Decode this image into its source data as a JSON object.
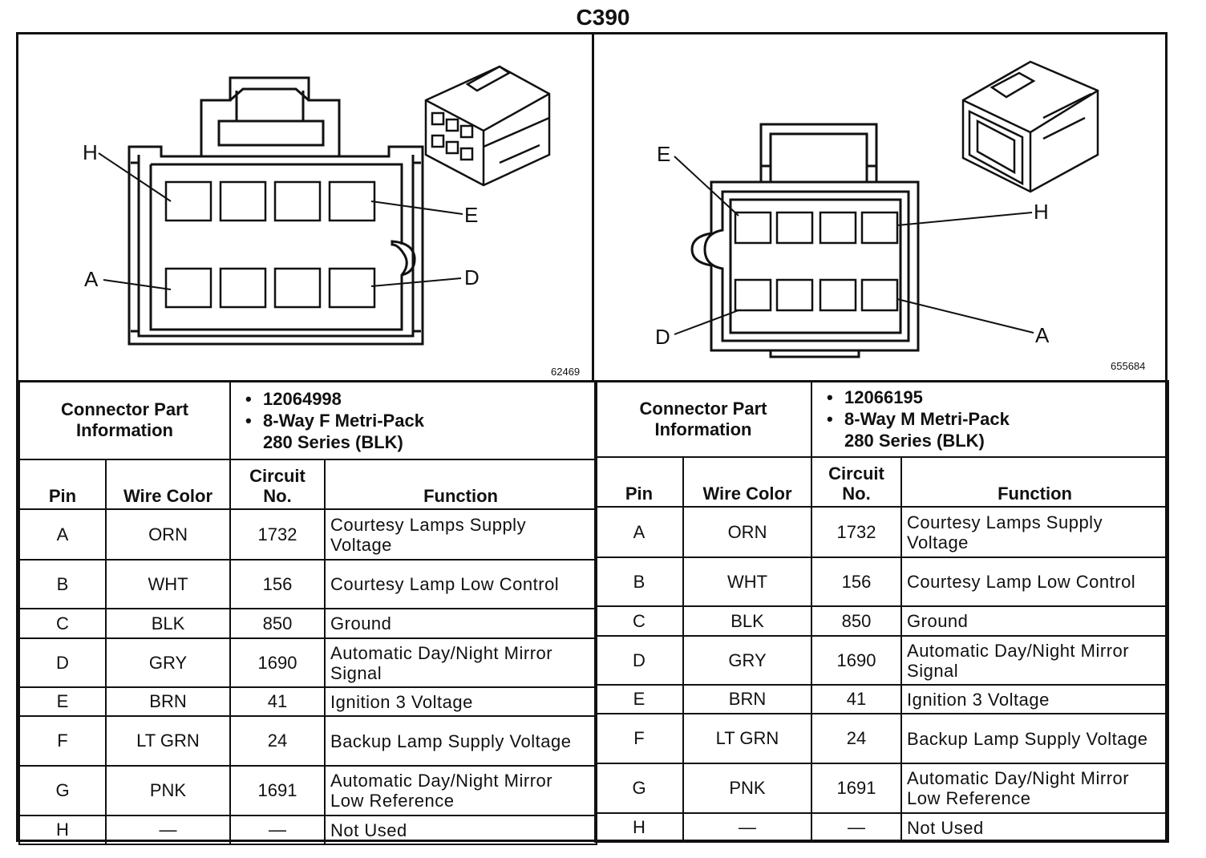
{
  "title": "C390",
  "left": {
    "figure_id": "62469",
    "pin_labels": {
      "H": "H",
      "E": "E",
      "A": "A",
      "D": "D"
    },
    "part_info_label": "Connector Part Information",
    "part_number": "12064998",
    "part_desc_line1": "8-Way F Metri-Pack",
    "part_desc_line2": "280 Series (BLK)",
    "headers": {
      "pin": "Pin",
      "wire_color": "Wire Color",
      "circuit": "Circuit No.",
      "function": "Function"
    },
    "rows": [
      {
        "pin": "A",
        "color": "ORN",
        "circuit": "1732",
        "function": "Courtesy Lamps Supply Voltage"
      },
      {
        "pin": "B",
        "color": "WHT",
        "circuit": "156",
        "function": "Courtesy Lamp Low Control"
      },
      {
        "pin": "C",
        "color": "BLK",
        "circuit": "850",
        "function": "Ground"
      },
      {
        "pin": "D",
        "color": "GRY",
        "circuit": "1690",
        "function": "Automatic Day/Night Mirror Signal"
      },
      {
        "pin": "E",
        "color": "BRN",
        "circuit": "41",
        "function": "Ignition 3 Voltage"
      },
      {
        "pin": "F",
        "color": "LT GRN",
        "circuit": "24",
        "function": "Backup Lamp Supply Voltage"
      },
      {
        "pin": "G",
        "color": "PNK",
        "circuit": "1691",
        "function": "Automatic Day/Night Mirror Low Reference"
      },
      {
        "pin": "H",
        "color": "—",
        "circuit": "—",
        "function": "Not Used"
      }
    ]
  },
  "right": {
    "figure_id": "655684",
    "pin_labels": {
      "E": "E",
      "H": "H",
      "D": "D",
      "A": "A"
    },
    "part_info_label": "Connector Part Information",
    "part_number": "12066195",
    "part_desc_line1": "8-Way M Metri-Pack",
    "part_desc_line2": "280 Series (BLK)",
    "headers": {
      "pin": "Pin",
      "wire_color": "Wire Color",
      "circuit": "Circuit No.",
      "function": "Function"
    },
    "rows": [
      {
        "pin": "A",
        "color": "ORN",
        "circuit": "1732",
        "function": "Courtesy Lamps Supply Voltage"
      },
      {
        "pin": "B",
        "color": "WHT",
        "circuit": "156",
        "function": "Courtesy Lamp Low Control"
      },
      {
        "pin": "C",
        "color": "BLK",
        "circuit": "850",
        "function": "Ground"
      },
      {
        "pin": "D",
        "color": "GRY",
        "circuit": "1690",
        "function": "Automatic Day/Night Mirror Signal"
      },
      {
        "pin": "E",
        "color": "BRN",
        "circuit": "41",
        "function": "Ignition 3 Voltage"
      },
      {
        "pin": "F",
        "color": "LT GRN",
        "circuit": "24",
        "function": "Backup Lamp Supply Voltage"
      },
      {
        "pin": "G",
        "color": "PNK",
        "circuit": "1691",
        "function": "Automatic Day/Night Mirror Low Reference"
      },
      {
        "pin": "H",
        "color": "—",
        "circuit": "—",
        "function": "Not Used"
      }
    ]
  }
}
